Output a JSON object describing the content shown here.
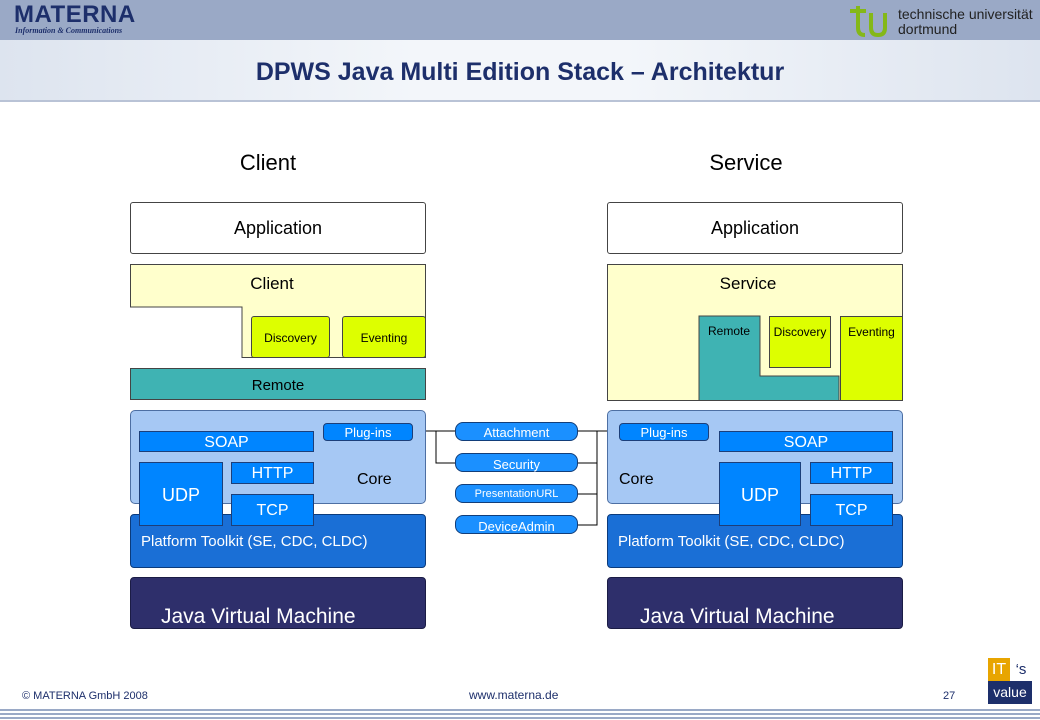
{
  "header": {
    "materna_logo": "MATERNA",
    "materna_sub": "Information & Communications",
    "tu_line1": "technische universität",
    "tu_line2": "dortmund",
    "title": "DPWS Java Multi Edition Stack – Architektur"
  },
  "client": {
    "heading": "Client",
    "application": "Application",
    "module": "Client",
    "discovery": "Discovery",
    "eventing": "Eventing",
    "remote": "Remote",
    "plugins": "Plug-ins",
    "soap": "SOAP",
    "core": "Core",
    "udp": "UDP",
    "http": "HTTP",
    "tcp": "TCP",
    "platform": "Platform Toolkit (SE, CDC, CLDC)",
    "jvm": "Java Virtual Machine"
  },
  "service": {
    "heading": "Service",
    "application": "Application",
    "module": "Service",
    "remote": "Remote",
    "discovery": "Discovery",
    "eventing": "Eventing",
    "plugins": "Plug-ins",
    "soap": "SOAP",
    "core": "Core",
    "udp": "UDP",
    "http": "HTTP",
    "tcp": "TCP",
    "platform": "Platform Toolkit (SE, CDC, CLDC)",
    "jvm": "Java Virtual Machine"
  },
  "plugins_list": {
    "attachment": "Attachment",
    "security": "Security",
    "presentation_url": "PresentationURL",
    "device_admin": "DeviceAdmin"
  },
  "footer": {
    "copyright": "© MATERNA GmbH 2008",
    "url": "www.materna.de",
    "page": "27",
    "its_1": "IT",
    "its_2": "‘s",
    "its_3": "value"
  },
  "colors": {
    "module_fill": "#ffffcc",
    "eventing_fill": "#ddff00",
    "remote_fill": "#3fb3b3",
    "core_fill": "#a6c8f4",
    "blue": "#0085ff",
    "platform": "#1a6fd6",
    "jvm": "#2e2f6b"
  }
}
